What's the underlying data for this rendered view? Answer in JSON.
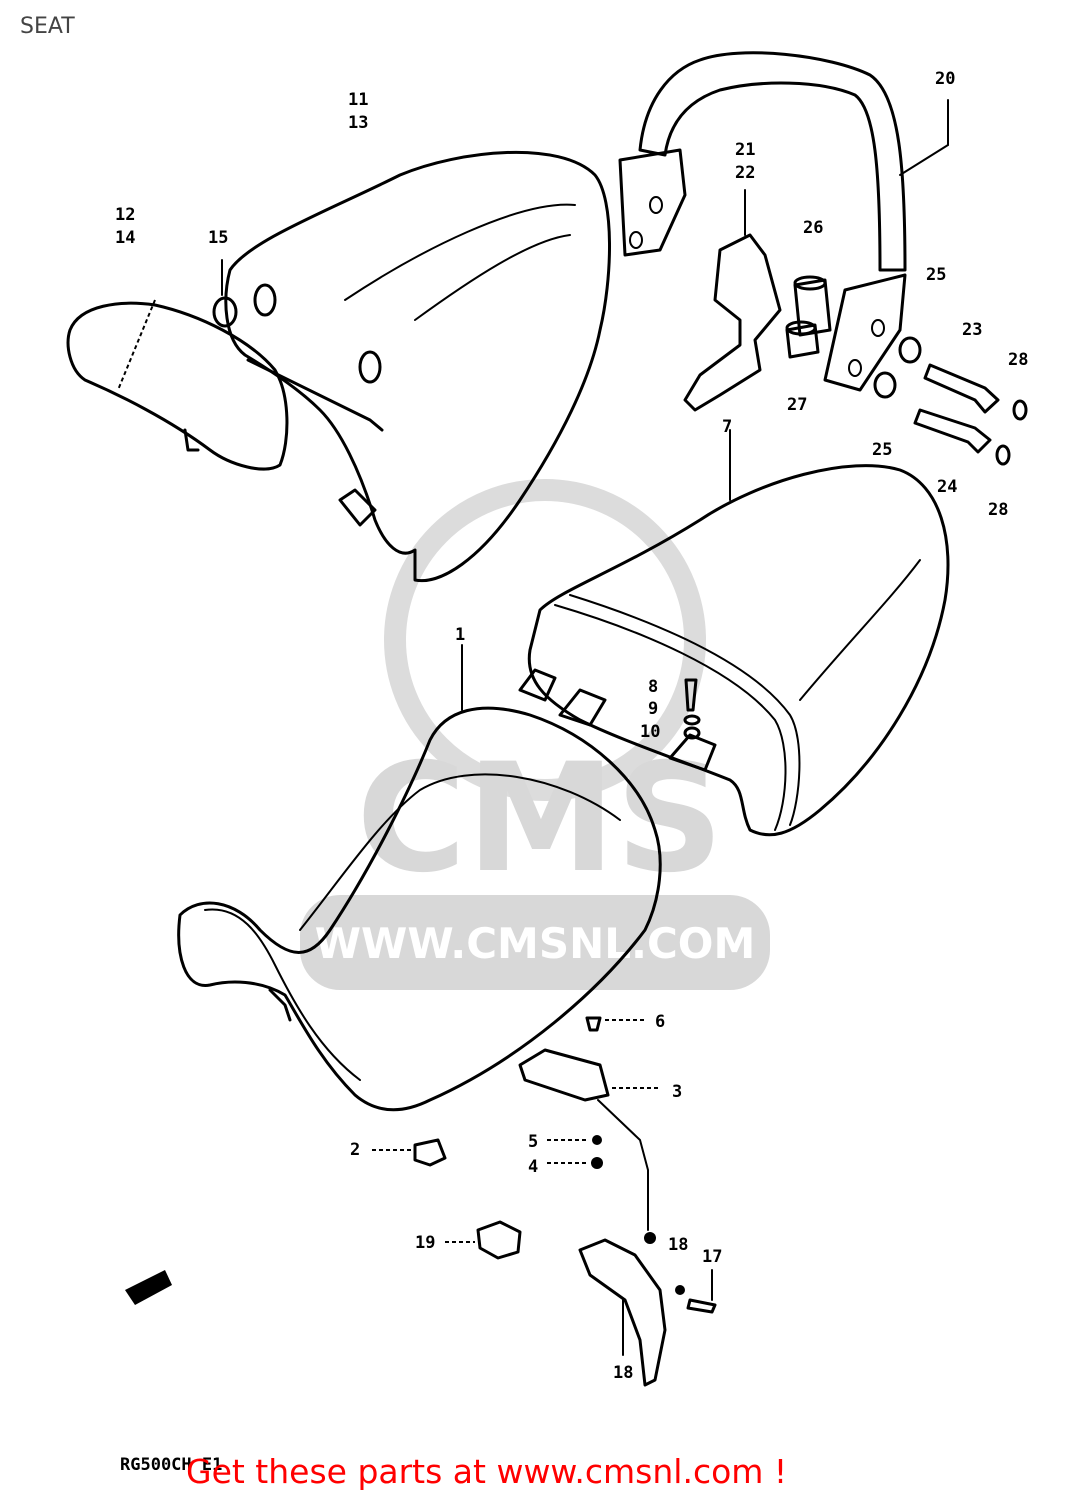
{
  "page": {
    "title": "SEAT"
  },
  "watermark": {
    "brand": "CMS",
    "url": "WWW.CMSNL.COM"
  },
  "model_code": "RG500CH E1",
  "cta": "Get these parts at www.cmsnl.com !",
  "callouts": [
    {
      "id": "c1",
      "text": "1"
    },
    {
      "id": "c2",
      "text": "2"
    },
    {
      "id": "c3",
      "text": "3"
    },
    {
      "id": "c4",
      "text": "4"
    },
    {
      "id": "c5",
      "text": "5"
    },
    {
      "id": "c6",
      "text": "6"
    },
    {
      "id": "c7",
      "text": "7"
    },
    {
      "id": "c8",
      "text": "8"
    },
    {
      "id": "c9",
      "text": "9"
    },
    {
      "id": "c10",
      "text": "10"
    },
    {
      "id": "c11",
      "text": "11"
    },
    {
      "id": "c12",
      "text": "12"
    },
    {
      "id": "c13",
      "text": "13"
    },
    {
      "id": "c14",
      "text": "14"
    },
    {
      "id": "c15",
      "text": "15"
    },
    {
      "id": "c17",
      "text": "17"
    },
    {
      "id": "c18a",
      "text": "18"
    },
    {
      "id": "c18b",
      "text": "18"
    },
    {
      "id": "c19",
      "text": "19"
    },
    {
      "id": "c20",
      "text": "20"
    },
    {
      "id": "c21",
      "text": "21"
    },
    {
      "id": "c22",
      "text": "22"
    },
    {
      "id": "c23",
      "text": "23"
    },
    {
      "id": "c24",
      "text": "24"
    },
    {
      "id": "c25a",
      "text": "25"
    },
    {
      "id": "c25b",
      "text": "25"
    },
    {
      "id": "c26",
      "text": "26"
    },
    {
      "id": "c27",
      "text": "27"
    },
    {
      "id": "c28a",
      "text": "28"
    },
    {
      "id": "c28b",
      "text": "28"
    }
  ]
}
